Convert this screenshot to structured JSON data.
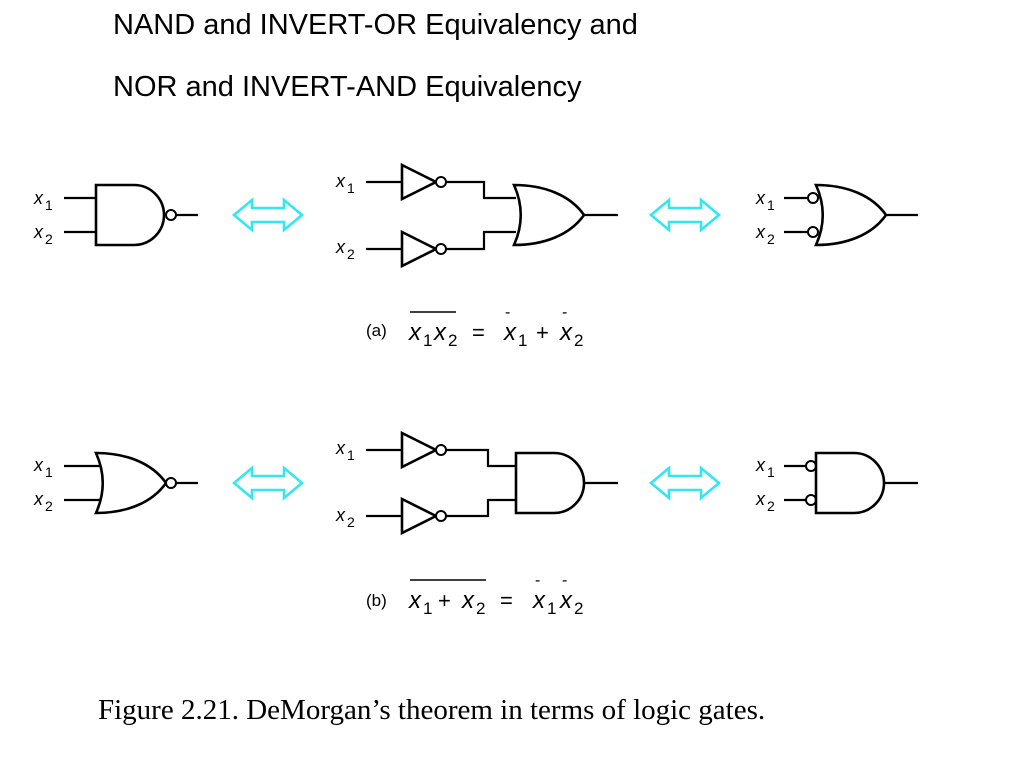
{
  "heading": {
    "line1": "NAND and INVERT-OR Equivalency and",
    "line2": "NOR and INVERT-AND Equivalency"
  },
  "labels": {
    "x": "x",
    "sub1": "1",
    "sub2": "2"
  },
  "equations": {
    "a": {
      "tag": "(a)",
      "equals": "=",
      "plus": "+",
      "bar": "-"
    },
    "b": {
      "tag": "(b)",
      "equals": "=",
      "plus": "+",
      "bar": "-"
    }
  },
  "caption": "Figure 2.21.  DeMorgan’s theorem in terms of logic gates.",
  "colors": {
    "arrow": "#33e6f2",
    "ink": "#000000"
  },
  "icons": [
    "double-arrow-icon",
    "nand-gate-icon",
    "or-gate-icon",
    "nor-gate-icon",
    "and-gate-icon",
    "not-gate-icon"
  ]
}
